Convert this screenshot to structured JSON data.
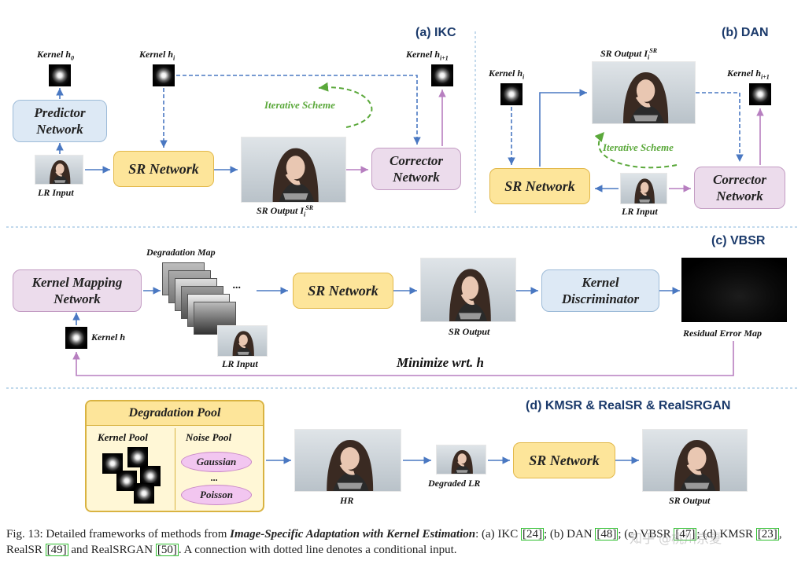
{
  "panels": {
    "ikc": "(a) IKC",
    "dan": "(b) DAN",
    "vbsr": "(c) VBSR",
    "kmsr": "(d) KMSR & RealSR & RealSRGAN"
  },
  "ikc": {
    "kernel_h0": "Kernel h",
    "kernel_h0_sub": "0",
    "kernel_hi": "Kernel h",
    "kernel_hi_sub": "i",
    "kernel_hi1": "Kernel h",
    "kernel_hi1_sub": "i+1",
    "predictor": "Predictor Network",
    "sr_network": "SR Network",
    "corrector": "Corrector Network",
    "iterative": "Iterative Scheme",
    "lr_input": "LR Input",
    "sr_output": "SR Output I",
    "sr_output_sup": "SR",
    "sr_output_sub": "i"
  },
  "dan": {
    "kernel_hi": "Kernel h",
    "kernel_hi_sub": "i",
    "sr_output": "SR Output I",
    "sr_output_sup": "SR",
    "sr_output_sub": "i",
    "kernel_hi1": "Kernel h",
    "kernel_hi1_sub": "i+1",
    "iterative": "Iterative Scheme",
    "sr_network": "SR Network",
    "corrector": "Corrector Network",
    "lr_input": "LR Input"
  },
  "vbsr": {
    "degradation_map": "Degradation Map",
    "kernel_mapping": "Kernel Mapping Network",
    "sr_network": "SR Network",
    "kernel_discriminator": "Kernel Discriminator",
    "sr_output": "SR Output",
    "residual": "Residual Error Map",
    "kernel_h": "Kernel h",
    "lr_input": "LR Input",
    "minimize": "Minimize wrt. h",
    "dots": "..."
  },
  "kmsr": {
    "degradation_pool": "Degradation Pool",
    "kernel_pool": "Kernel Pool",
    "noise_pool": "Noise Pool",
    "gaussian": "Gaussian",
    "ellipsis": "...",
    "poisson": "Poisson",
    "hr": "HR",
    "degraded_lr": "Degraded LR",
    "sr_network": "SR Network",
    "sr_output": "SR Output"
  },
  "caption": {
    "prefix": "Fig. 13: Detailed frameworks of methods from ",
    "emph": "Image-Specific Adaptation with Kernel Estimation",
    "p1": ": (a) IKC ",
    "r1": "[24]",
    "p2": "; (b) DAN ",
    "r2": "[48]",
    "p3": "; (c) VBSR ",
    "r3": "[47]",
    "p4": "; (d) KMSR ",
    "r4": "[23]",
    "p5": ", RealSR ",
    "r5": "[49]",
    "p6": " and RealSRGAN ",
    "r6": "[50]",
    "p7": ". A connection with dotted line denotes a conditional input."
  },
  "watermark": "知乎 @桃川京夏",
  "colors": {
    "arrow_blue": "#4a78c2",
    "arrow_purple": "#b77fc0",
    "scheme_green": "#5aa83a",
    "sr_fill": "#fde59a",
    "predictor_fill": "#dde9f5",
    "corrector_fill": "#ecdcec",
    "header_text": "#1b3a6b",
    "ref_box": "#2fbf2f"
  }
}
